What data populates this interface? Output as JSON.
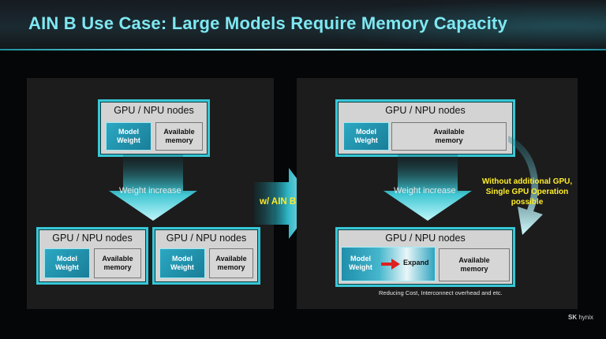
{
  "title": "AIN B Use Case: Large Models Require Memory Capacity",
  "left": {
    "top_node": {
      "label": "GPU / NPU nodes",
      "model_weight": "Model\nWeight",
      "available": "Available\nmemory"
    },
    "arrow_label": "Weight increase",
    "bottom_nodes": [
      {
        "label": "GPU / NPU nodes",
        "model_weight": "Model\nWeight",
        "available": "Available\nmemory"
      },
      {
        "label": "GPU / NPU nodes",
        "model_weight": "Model\nWeight",
        "available": "Available\nmemory"
      }
    ]
  },
  "middle_arrow_label": "w/ AIN B",
  "right": {
    "top_node": {
      "label": "GPU / NPU nodes",
      "model_weight": "Model\nWeight",
      "available": "Available\nmemory"
    },
    "arrow_label": "Weight increase",
    "note_lines": [
      "Without additional GPU,",
      "Single GPU Operation",
      "possible"
    ],
    "bottom_node": {
      "label": "GPU / NPU nodes",
      "model_weight": "Model\nWeight",
      "expand": "Expand",
      "available": "Available\nmemory"
    },
    "footnote": "Reducing Cost, Interconnect overhead and etc."
  },
  "logo": {
    "brand": "SK",
    "sub": "hynix"
  },
  "colors": {
    "accent": "#37c7d6",
    "title": "#7fe8f2",
    "note": "#ffee2a"
  }
}
